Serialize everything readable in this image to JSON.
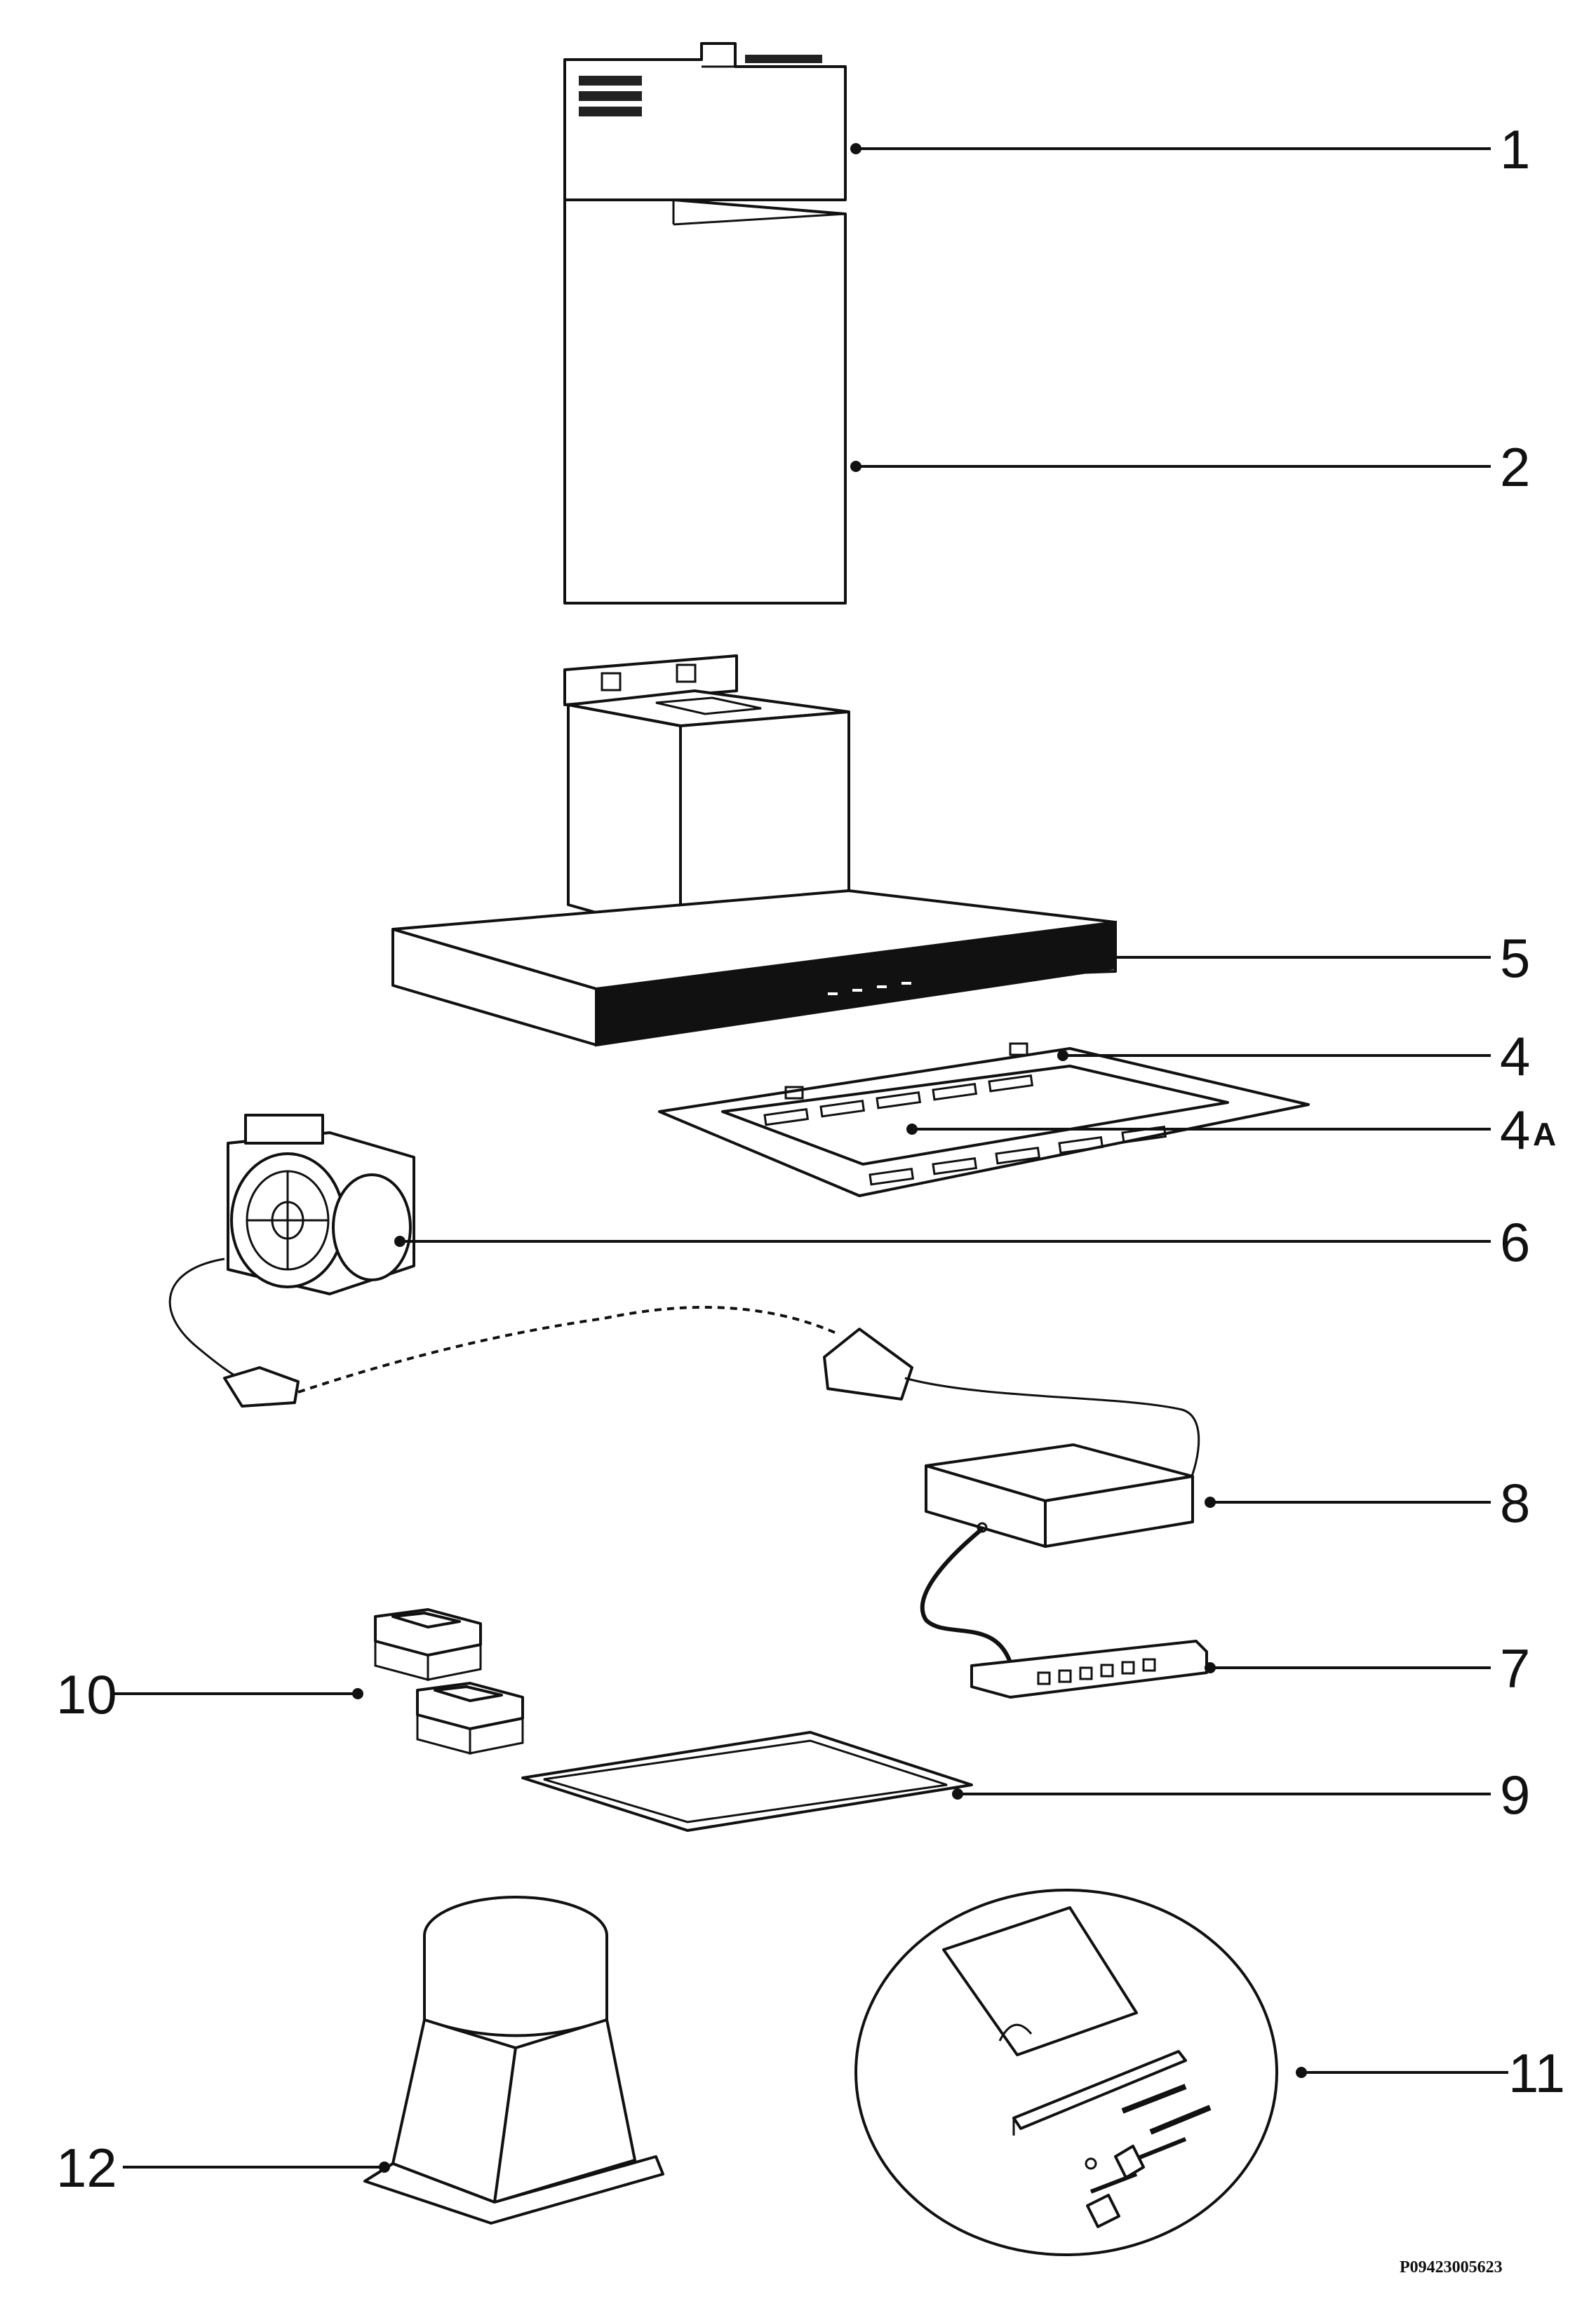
{
  "callouts": {
    "c1": "1",
    "c2": "2",
    "c5": "5",
    "c4": "4",
    "c4a": "4",
    "c4a_sub": "A",
    "c6": "6",
    "c8": "8",
    "c7": "7",
    "c10": "10",
    "c9": "9",
    "c11": "11",
    "c12": "12"
  },
  "reference_code": "P09423005623"
}
